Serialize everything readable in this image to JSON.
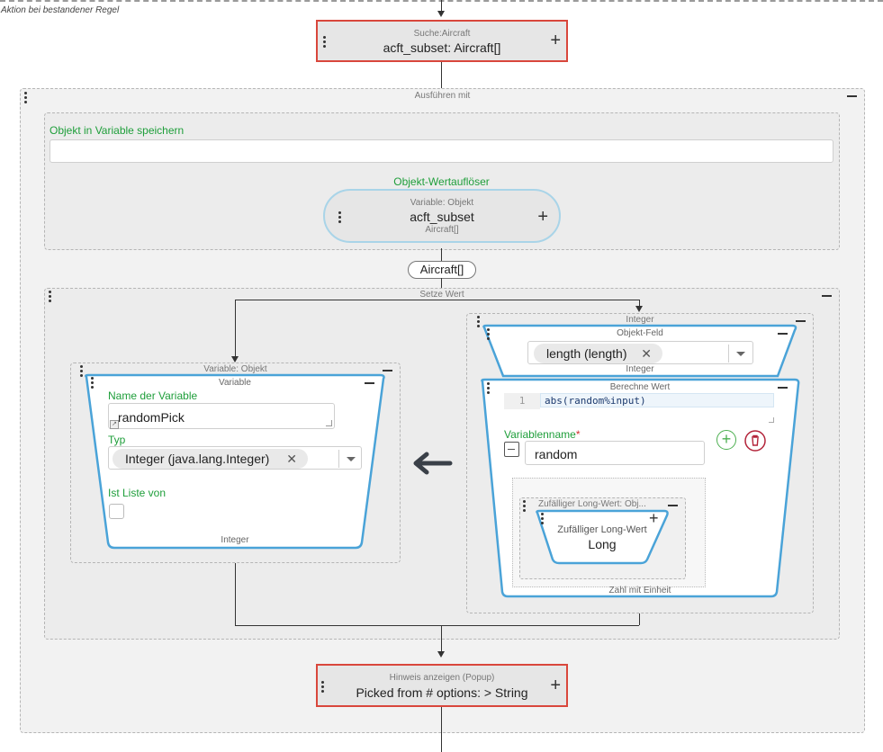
{
  "section_label": "Aktion bei bestandener Regel",
  "search_block": {
    "kind": "Suche:Aircraft",
    "text": "acft_subset: Aircraft[]"
  },
  "execute_frame": {
    "title": "Ausführen mit"
  },
  "store_object": {
    "label": "Objekt in Variable speichern",
    "value": "",
    "resolver_label": "Objekt-Wertauflöser",
    "resolver": {
      "kind": "Variable: Objekt",
      "name": "acft_subset",
      "type": "Aircraft[]"
    }
  },
  "type_pill": "Aircraft[]",
  "set_value": {
    "title": "Setze Wert",
    "left": {
      "frame_title": "Variable: Objekt",
      "inner_title": "Variable",
      "name_label": "Name der Variable",
      "name_value": "randomPick",
      "type_label": "Typ",
      "type_value": "Integer (java.lang.Integer)",
      "list_label": "Ist Liste von",
      "list_checked": false,
      "bottom_caption": "Integer"
    },
    "right": {
      "frame_title": "Integer",
      "field": {
        "title": "Objekt-Feld",
        "value": "length (length)",
        "caption": "Integer"
      },
      "compute": {
        "title": "Berechne Wert",
        "code_line_number": "1",
        "code": "abs(random%input)",
        "var_label": "Variablenname",
        "required_mark": "*",
        "var_value": "random",
        "long_frame_title": "Zufälliger Long-Wert: Obj...",
        "long_block": {
          "title": "Zufälliger Long-Wert",
          "type": "Long"
        },
        "bottom_caption": "Zahl mit Einheit"
      }
    }
  },
  "popup_block": {
    "kind": "Hinweis anzeigen (Popup)",
    "text": "Picked from # options: > String"
  },
  "colors": {
    "red_border": "#d9473c",
    "green": "#1e9e3a",
    "blue_border": "#4aa3d8",
    "add_green": "#4caf50",
    "delete_red": "#b3243a"
  }
}
